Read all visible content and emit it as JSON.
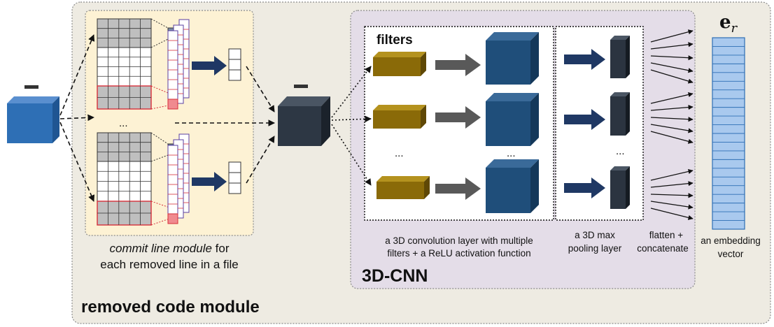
{
  "labels": {
    "outer_module": "removed code module",
    "commit_line_italic": "commit line module",
    "commit_line_rest": " for",
    "commit_line_2": "each removed line in a file",
    "filters": "filters",
    "conv_1": "a 3D convolution layer with multiple",
    "conv_2": "filters + a ReLU activation function",
    "pool_1": "a 3D max",
    "pool_2": "pooling layer",
    "flatten_1": "flatten +",
    "flatten_2": "concatenate",
    "embed_title_main": "e",
    "embed_title_sub": "r",
    "embed_1": "an embedding",
    "embed_2": "vector",
    "cnn_title": "3D-CNN",
    "ellipsis": "..."
  },
  "colors": {
    "outer_bg": "#eeebe2",
    "commit_bg": "#fdf2d4",
    "cnn_bg": "#e4dde8",
    "input_cube": "#2e6fb5",
    "mid_cube": "#2d3744",
    "filter_cube": "#8a6a08",
    "conv_cube": "#1f4e7a",
    "pool_cube": "#2b3440",
    "embed_fill": "#a9c9ee",
    "highlight_red": "#e8454f",
    "matrix_grey": "#bfbfbf",
    "arrow_navy": "#1f3864",
    "arrow_grey": "#595959"
  }
}
